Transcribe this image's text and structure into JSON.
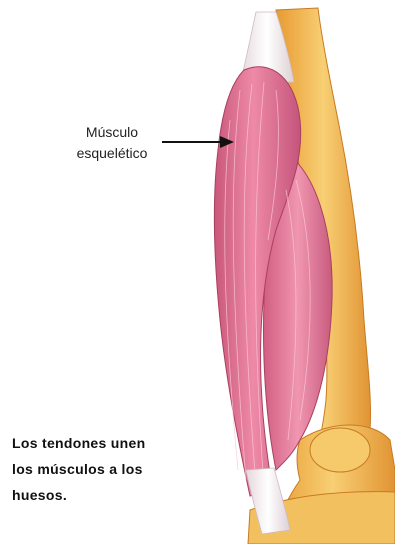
{
  "labels": {
    "muscle_line1": "Músculo",
    "muscle_line2": "esquelético"
  },
  "caption": {
    "line1": "Los tendones unen",
    "line2": "los músculos a los",
    "line3": "huesos."
  },
  "colors": {
    "muscle": "#e06f8f",
    "muscle_light": "#f2a9bf",
    "muscle_dark": "#b94a6b",
    "bone": "#f2b24a",
    "bone_light": "#f8d27d",
    "tendon": "#f3eef0",
    "arrow": "#111111"
  }
}
